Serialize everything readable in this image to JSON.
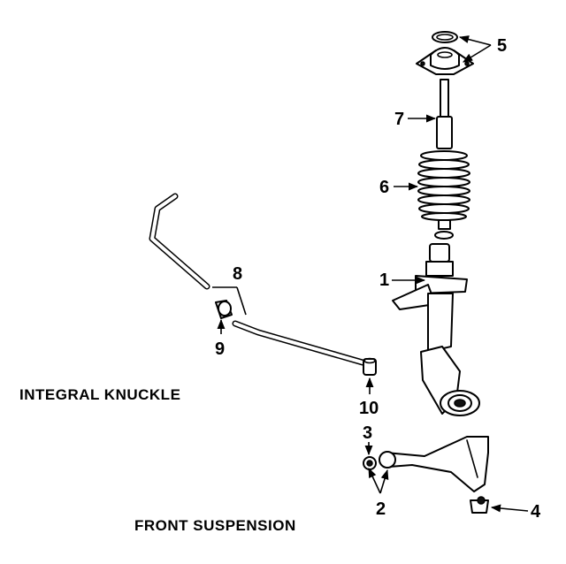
{
  "diagram": {
    "captions": {
      "knuckle": "INTEGRAL KNUCKLE",
      "suspension": "FRONT SUSPENSION"
    },
    "callouts": {
      "c1": "1",
      "c2": "2",
      "c3": "3",
      "c4": "4",
      "c5": "5",
      "c6": "6",
      "c7": "7",
      "c8": "8",
      "c9": "9",
      "c10": "10"
    },
    "colors": {
      "ink": "#000000",
      "background": "#ffffff"
    }
  }
}
